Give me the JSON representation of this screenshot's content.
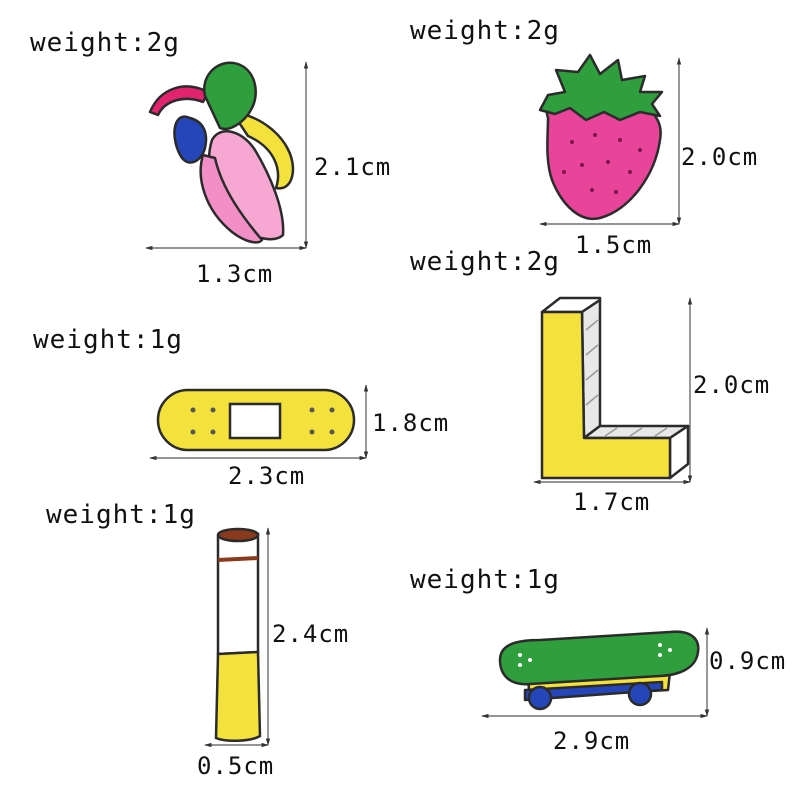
{
  "items": [
    {
      "name": "banana",
      "weight": "weight:2g",
      "height": "2.1cm",
      "width": "1.3cm"
    },
    {
      "name": "strawberry",
      "weight": "weight:2g",
      "height": "2.0cm",
      "width": "1.5cm"
    },
    {
      "name": "bandage",
      "weight": "weight:1g",
      "height": "1.8cm",
      "width": "2.3cm"
    },
    {
      "name": "letter-l",
      "weight": "weight:2g",
      "height": "2.0cm",
      "width": "1.7cm"
    },
    {
      "name": "cigarette",
      "weight": "weight:1g",
      "height": "2.4cm",
      "width": "0.5cm"
    },
    {
      "name": "skateboard",
      "weight": "weight:1g",
      "height": "0.9cm",
      "width": "2.9cm"
    }
  ],
  "colors": {
    "outline": "#2b2b2b",
    "green": "#2f9e3c",
    "pink": "#f38fc7",
    "yellow": "#f3e13c",
    "blue": "#2446b8",
    "magenta": "#e2246f",
    "rose": "#e8459a",
    "brown": "#8a3a1c"
  }
}
